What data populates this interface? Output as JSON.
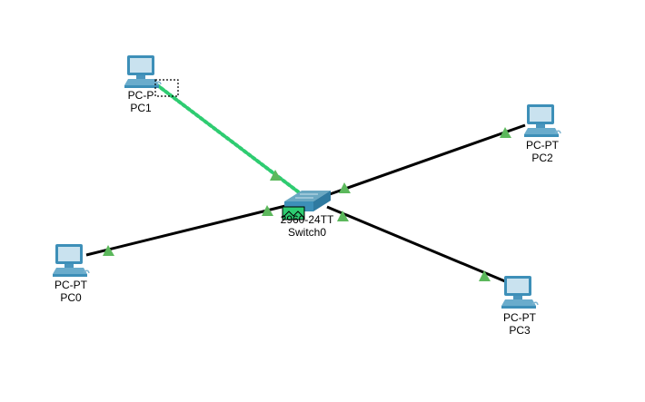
{
  "workspace": {
    "background": "#ffffff",
    "link_color": "#000000",
    "active_link_color": "#2ecc71",
    "port_up_color": "#5cb85c"
  },
  "devices": [
    {
      "id": "pc0",
      "model": "PC-PT",
      "name": "PC0",
      "type": "pc"
    },
    {
      "id": "pc1",
      "model": "PC-PT",
      "name": "PC1",
      "type": "pc",
      "model_display": "PC-P"
    },
    {
      "id": "pc2",
      "model": "PC-PT",
      "name": "PC2",
      "type": "pc"
    },
    {
      "id": "pc3",
      "model": "PC-PT",
      "name": "PC3",
      "type": "pc"
    },
    {
      "id": "switch0",
      "model": "2960-24TT",
      "name": "Switch0",
      "type": "switch"
    }
  ],
  "links": [
    {
      "from": "pc1",
      "to": "switch0",
      "state": "active-transmitting",
      "ports_up": true
    },
    {
      "from": "pc2",
      "to": "switch0",
      "state": "connected",
      "ports_up": true
    },
    {
      "from": "pc0",
      "to": "switch0",
      "state": "connected",
      "ports_up": true
    },
    {
      "from": "pc3",
      "to": "switch0",
      "state": "connected",
      "ports_up": true
    }
  ],
  "pdu": {
    "icon": "envelope-icon",
    "in_transit": true
  }
}
